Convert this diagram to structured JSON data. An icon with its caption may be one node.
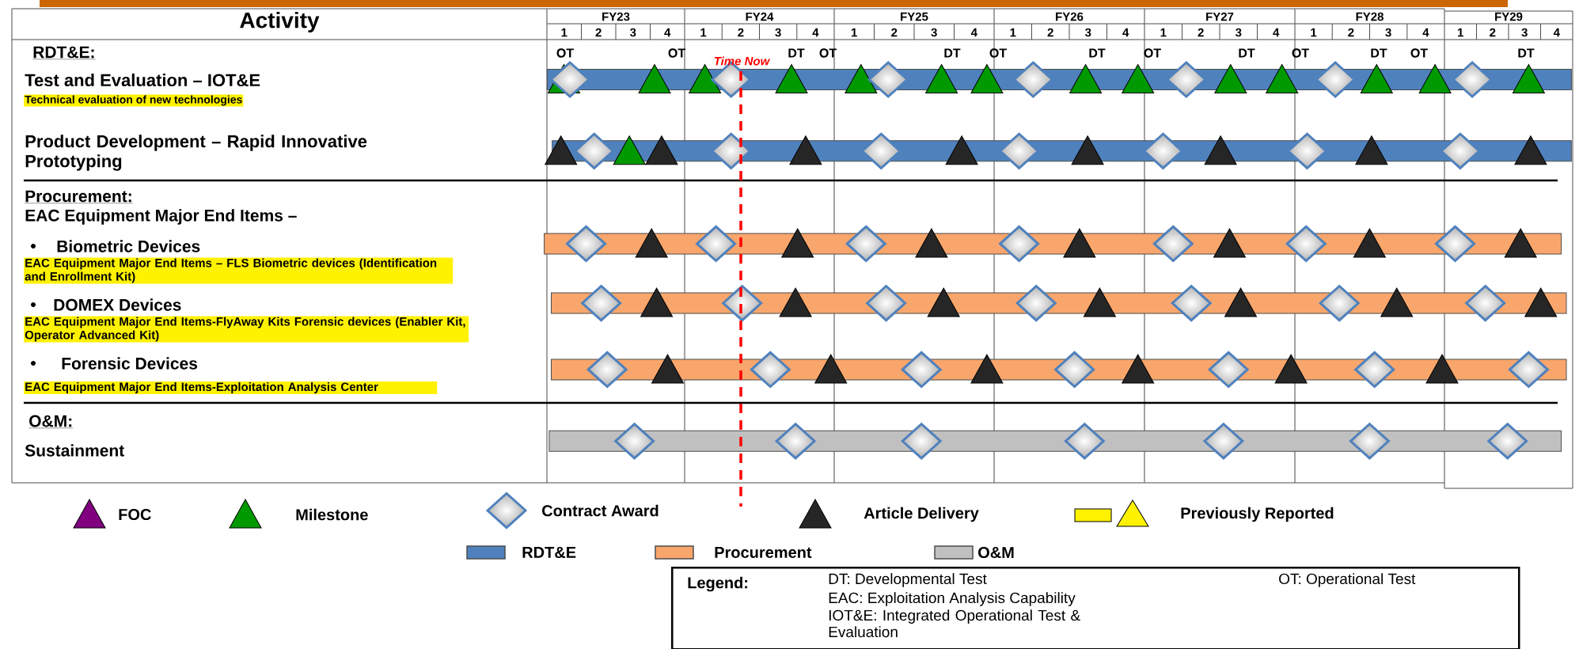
{
  "diagram": {
    "nodes": [
      {
        "text": [],
        "shape": "bar"
      },
      {
        "text": [],
        "shape": "bar"
      },
      {
        "text": [],
        "shape": "bar"
      },
      {
        "text": [],
        "shape": "bar"
      },
      {
        "text": [],
        "shape": "bar"
      },
      {
        "text": [],
        "shape": "bar"
      },
      {
        "text": [
          "Legend:",
          "DT: Developmental Test",
          "OT: Operational Test",
          "EAC: Exploitation Analysis Capability",
          "IOT&E: Integrated Operational Test & Evaluation"
        ]
      }
    ],
    "labels": [
      "Activity",
      "FY23",
      "FY24",
      "FY25",
      "FY26",
      "FY27",
      "FY28",
      "FY29",
      "1",
      "2",
      "3",
      "4",
      "1",
      "2",
      "3",
      "4",
      "1",
      "2",
      "3",
      "4",
      "1",
      "2",
      "3",
      "4",
      "1",
      "2",
      "3",
      "4",
      "1",
      "2",
      "3",
      "4",
      "1",
      "2",
      "3",
      "4",
      "RDT&E:",
      "OT",
      "OT",
      "DT",
      "OT",
      "DT",
      "OT",
      "DT",
      "OT",
      "DT",
      "OT",
      "DT",
      "OT",
      "DT",
      "Time Now",
      "Test and Evaluation – IOT&E",
      "Technical evaluation of new technologies",
      "Product Development – Rapid Innovative Prototyping",
      "Procurement:",
      "EAC Equipment Major End Items –",
      "Biometric Devices",
      "EAC Equipment Major End Items – FLS Biometric devices (Identification and Enrollment Kit)",
      "DOMEX Devices",
      "EAC Equipment Major End Items-FlyAway Kits Forensic devices (Enabler Kit, Operator Advanced Kit)",
      "Forensic Devices",
      "EAC Equipment Major End Items-Exploitation Analysis Center",
      "O&M:",
      "Sustainment"
    ],
    "legend": [
      {
        "text": "FOC"
      },
      {
        "text": "Milestone"
      },
      {
        "text": "Contract Award"
      },
      {
        "text": "Article Delivery"
      },
      {
        "text": "Previously Reported"
      },
      {
        "text": "RDT&E",
        "color": "#4f81bd"
      },
      {
        "text": "Procurement",
        "color": "#f9a66c"
      },
      {
        "text": "O&M",
        "color": "#c0c0c0"
      }
    ]
  }
}
